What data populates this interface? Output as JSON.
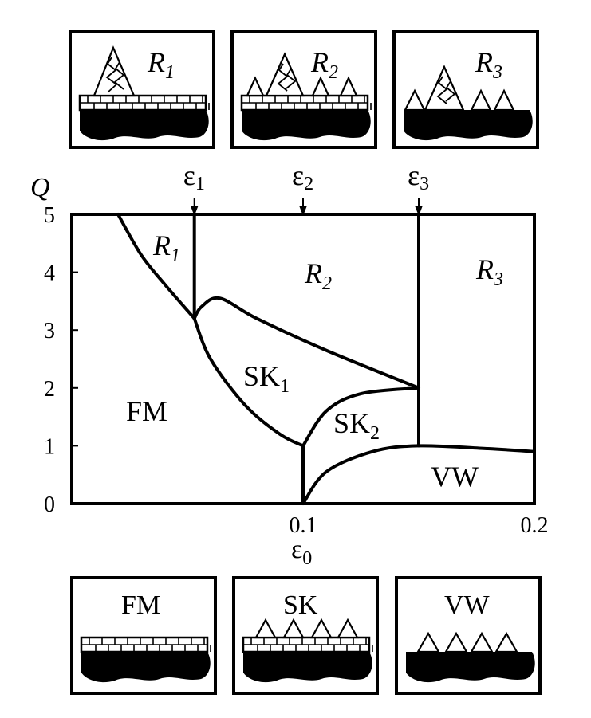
{
  "diagram": {
    "y_axis_label": "Q",
    "x_axis_label": {
      "base": "ε",
      "sub": "0"
    },
    "x_ticks": [
      "0.1",
      "0.2"
    ],
    "y_ticks": [
      "0",
      "1",
      "2",
      "3",
      "4",
      "5"
    ],
    "critical_markers": [
      {
        "base": "ε",
        "sub": "1",
        "x": 0.053
      },
      {
        "base": "ε",
        "sub": "2",
        "x": 0.1
      },
      {
        "base": "ε",
        "sub": "3",
        "x": 0.15
      }
    ],
    "region_labels": {
      "FM": "FM",
      "SK1": {
        "base": "SK",
        "sub": "1"
      },
      "SK2": {
        "base": "SK",
        "sub": "2"
      },
      "VW": "VW",
      "R1": {
        "base": "R",
        "sub": "1"
      },
      "R2": {
        "base": "R",
        "sub": "2"
      },
      "R3": {
        "base": "R",
        "sub": "3"
      }
    },
    "x_range": [
      0,
      0.2
    ],
    "y_range": [
      0,
      5
    ],
    "boundaries": {
      "fm_r1": [
        [
          0.02,
          5
        ],
        [
          0.03,
          4.3
        ],
        [
          0.04,
          3.8
        ],
        [
          0.053,
          3.2
        ]
      ],
      "fm_sk1": [
        [
          0.053,
          3.2
        ],
        [
          0.06,
          2.5
        ],
        [
          0.075,
          1.7
        ],
        [
          0.09,
          1.2
        ],
        [
          0.1,
          1
        ]
      ],
      "sk1_top": [
        [
          0.053,
          3.2
        ],
        [
          0.056,
          3.4
        ],
        [
          0.064,
          3.55
        ],
        [
          0.08,
          3.2
        ],
        [
          0.11,
          2.65
        ],
        [
          0.15,
          2
        ]
      ],
      "sk1_sk2": [
        [
          0.1,
          1
        ],
        [
          0.11,
          1.6
        ],
        [
          0.125,
          1.9
        ],
        [
          0.15,
          2
        ]
      ],
      "sk2_vw": [
        [
          0.1,
          0
        ],
        [
          0.11,
          0.55
        ],
        [
          0.13,
          0.9
        ],
        [
          0.15,
          1
        ],
        [
          0.18,
          0.95
        ],
        [
          0.2,
          0.9
        ]
      ],
      "eps1_line": [
        [
          0.053,
          5
        ],
        [
          0.053,
          3.2
        ]
      ],
      "eps3_line": [
        [
          0.15,
          5
        ],
        [
          0.15,
          1
        ]
      ],
      "fm_vertical": [
        [
          0.1,
          0
        ],
        [
          0.1,
          1
        ]
      ]
    }
  },
  "top_panels": [
    {
      "label": {
        "base": "R",
        "sub": "1"
      }
    },
    {
      "label": {
        "base": "R",
        "sub": "2"
      }
    },
    {
      "label": {
        "base": "R",
        "sub": "3"
      }
    }
  ],
  "bottom_panels": [
    {
      "label": "FM"
    },
    {
      "label": "SK"
    },
    {
      "label": "VW"
    }
  ]
}
